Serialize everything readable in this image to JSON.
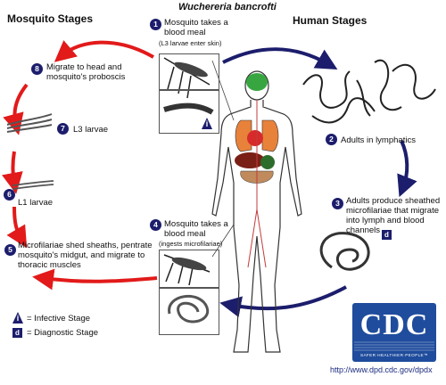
{
  "headers": {
    "mosquito_stages": "Mosquito Stages",
    "human_stages": "Human Stages",
    "species": "Wuchereria bancrofti"
  },
  "steps": [
    {
      "num": "1",
      "text": "Mosquito takes a blood meal",
      "sub": "(L3 larvae enter skin)"
    },
    {
      "num": "2",
      "text": "Adults in lymphatics"
    },
    {
      "num": "3",
      "text": "Adults produce sheathed microfilariae that migrate into lymph and blood channels"
    },
    {
      "num": "4",
      "text": "Mosquito takes a blood meal",
      "sub": "(ingests microfilariae)"
    },
    {
      "num": "5",
      "text": "Microfilariae shed sheaths, pentrate mosquito's midgut, and migrate to thoracic muscles"
    },
    {
      "num": "6",
      "text": "L1 larvae"
    },
    {
      "num": "7",
      "text": "L3 larvae"
    },
    {
      "num": "8",
      "text": "Migrate to head and mosquito's proboscis"
    }
  ],
  "legend": {
    "infective_symbol": "i",
    "infective_label": "= Infective Stage",
    "diagnostic_symbol": "d",
    "diagnostic_label": "= Diagnostic Stage"
  },
  "logo": {
    "text": "CDC",
    "tagline": "SAFER·HEALTHIER·PEOPLE™"
  },
  "url": "http://www.dpd.cdc.gov/dpdx",
  "colors": {
    "mosquito_arrows": "#e21a1a",
    "human_arrows": "#1c1d6c",
    "logo_bg": "#1f4c9c"
  }
}
